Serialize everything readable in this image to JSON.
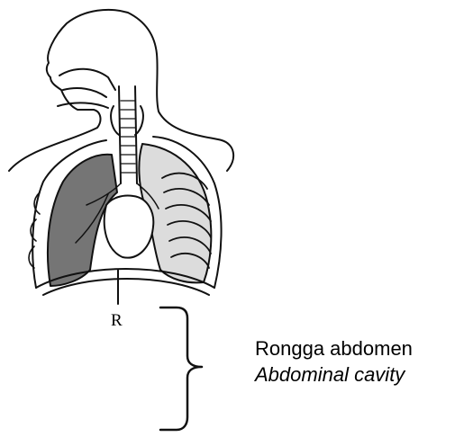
{
  "labels": {
    "r": "R",
    "cavity_ms": "Rongga abdomen",
    "cavity_en": "Abdominal cavity"
  }
}
